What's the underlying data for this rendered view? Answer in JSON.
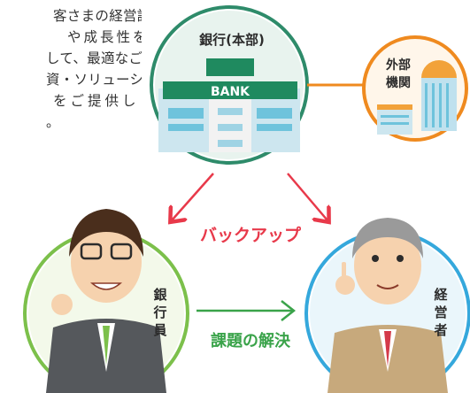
{
  "paragraph": {
    "lines": [
      "客さまの経営課",
      "や成長性を分",
      "して、最適なご",
      "資・ソリューショ",
      "をご提供しま",
      "。"
    ]
  },
  "bank": {
    "label": "銀行(本部)",
    "sign": "BANK"
  },
  "external": {
    "label_line1": "外部",
    "label_line2": "機関"
  },
  "banker": {
    "label": "銀行員"
  },
  "manager": {
    "label": "経営者"
  },
  "backup_label": "バックアップ",
  "solution_label": "課題の解決",
  "colors": {
    "bank_ring": "#2e8b6a",
    "external_ring": "#ef8a1f",
    "banker_ring": "#7cc04b",
    "manager_ring": "#35a8dc",
    "backup": "#e8394a",
    "solution": "#3aa34a"
  }
}
